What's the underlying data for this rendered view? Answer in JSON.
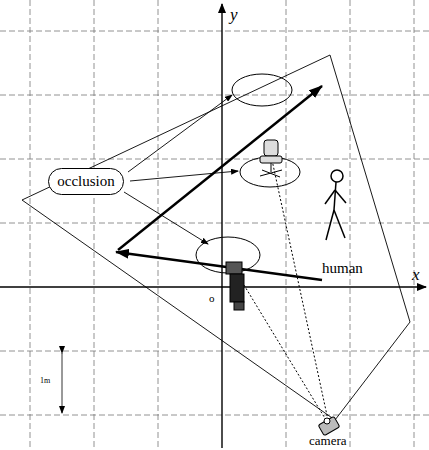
{
  "diagram": {
    "nodes": [
      {
        "text": [
          "occlusion"
        ]
      }
    ],
    "labels": [
      "y",
      "x",
      "o",
      "human",
      "camera",
      "1m"
    ]
  }
}
